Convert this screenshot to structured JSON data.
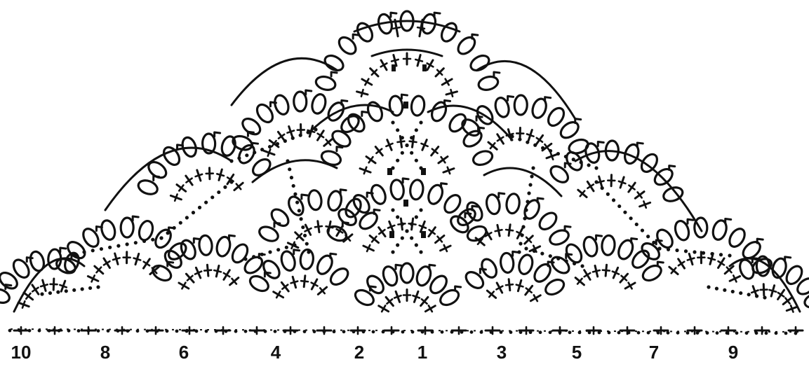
{
  "diagram": {
    "type": "crochet-shawl-chart",
    "ink_color": "#111111",
    "background": "#ffffff",
    "row_labels": [
      "10",
      "8",
      "6",
      "4",
      "2",
      "1",
      "3",
      "5",
      "7",
      "9"
    ]
  }
}
